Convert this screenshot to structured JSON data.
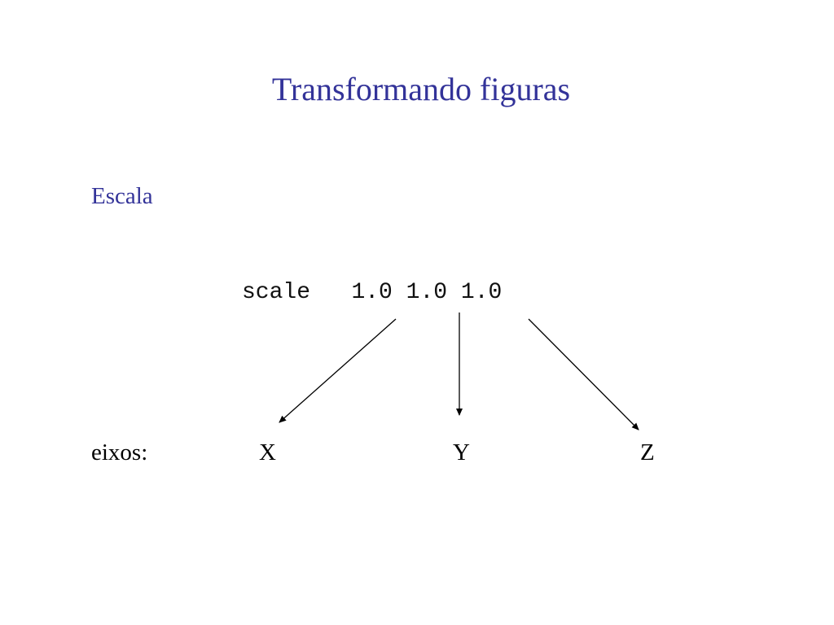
{
  "slide": {
    "title": "Transformando figuras",
    "subtitle": "Escala",
    "command": {
      "keyword": "scale",
      "values": [
        "1.0",
        "1.0",
        "1.0"
      ]
    },
    "axes_label": "eixos:",
    "axes": [
      "X",
      "Y",
      "Z"
    ]
  },
  "colors": {
    "heading": "#333399",
    "text": "#000000",
    "background": "#ffffff"
  }
}
